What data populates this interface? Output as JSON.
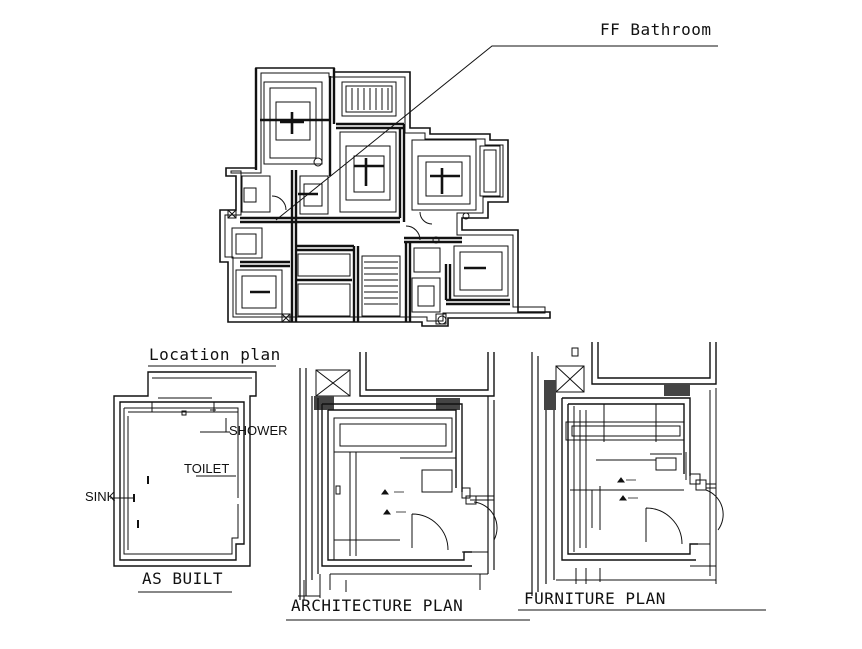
{
  "labels": {
    "ff_bathroom": "FF Bathroom",
    "location_plan": "Location plan",
    "as_built": "AS BUILT",
    "architecture_plan": "ARCHITECTURE PLAN",
    "furniture_plan": "FURNITURE PLAN",
    "shower": "SHOWER",
    "toilet": "TOILET",
    "sink": "SINK"
  }
}
